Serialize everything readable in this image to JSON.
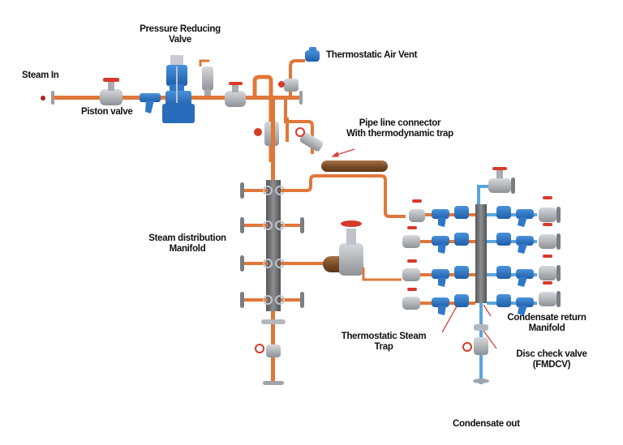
{
  "diagram": {
    "title": "Steam distribution and condensate return manifold system",
    "labels": {
      "steam_in": "Steam In",
      "piston_valve": "Piston valve",
      "prv_line1": "Pressure Reducing",
      "prv_line2": "Valve",
      "air_vent": "Thermostatic Air Vent",
      "connector_line1": "Pipe line connector",
      "connector_line2": "With thermodynamic  trap",
      "steam_manifold_line1": "Steam distribution",
      "steam_manifold_line2": "Manifold",
      "steam_trap_line1": "Thermostatic Steam",
      "steam_trap_line2": "Trap",
      "condensate_manifold_line1": "Condensate return",
      "condensate_manifold_line2": "Manifold",
      "check_valve_line1": "Disc check valve",
      "check_valve_line2": "(FMDCV)",
      "condensate_out": "Condensate out"
    },
    "colors": {
      "steam_pipe": "#e0773a",
      "condensate_pipe": "#5aa6dc",
      "equipment_blue": "#2f78c8",
      "valve_grey": "#b4b8bc",
      "handwheel_red": "#d63a2a",
      "manifold_dark": "#6a6c70",
      "pipe_brown": "#8a5a32",
      "arrow_red": "#d64040"
    }
  }
}
